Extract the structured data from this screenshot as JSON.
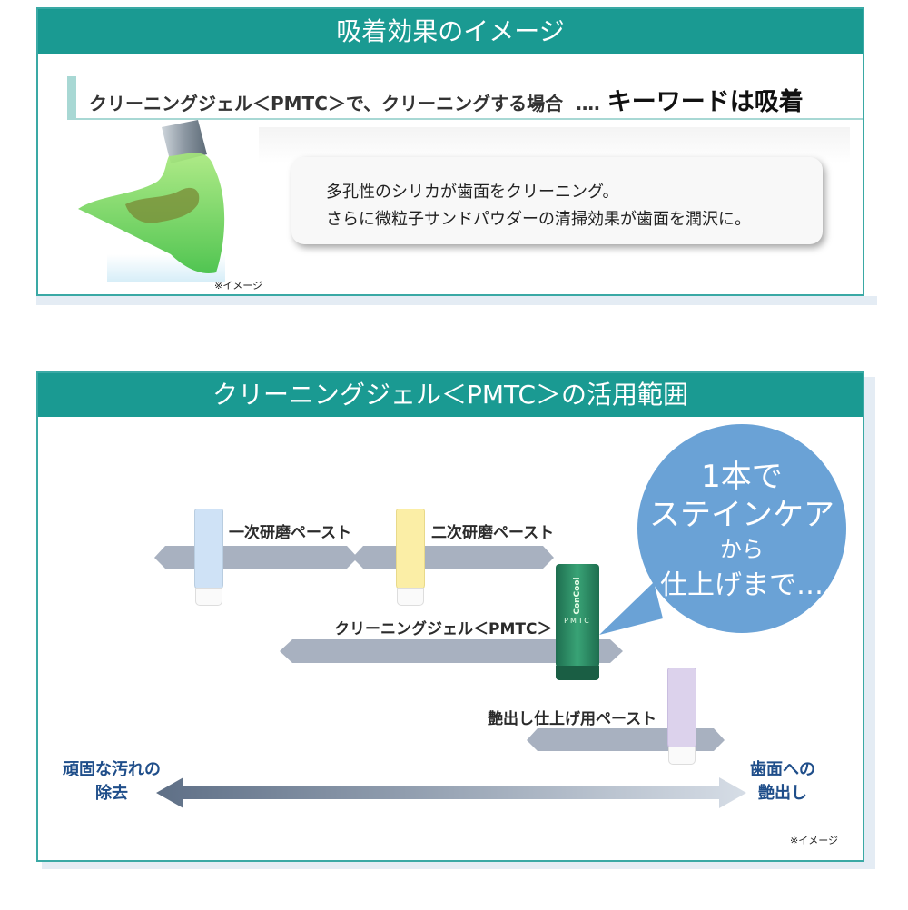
{
  "panel1": {
    "header": "吸着効果のイメージ",
    "heading_main": "クリーニングジェル＜PMTC＞で、クリーニングする場合",
    "heading_dots": "‥‥",
    "heading_keyword": "キーワードは吸着",
    "bubble_line1": "多孔性のシリカが歯面をクリーニング。",
    "bubble_line2": "さらに微粒子サンドパウダーの清掃効果が歯面を潤沢に。",
    "note": "※イメージ"
  },
  "panel2": {
    "header": "クリーニングジェル＜PMTC＞の活用範囲",
    "bubble_line1": "1本で",
    "bubble_line2": "ステインケア",
    "bubble_line3": "から",
    "bubble_line4": "仕上げまで…",
    "products": [
      {
        "label": "一次研磨ペースト",
        "color": "#cfe2f6"
      },
      {
        "label": "二次研磨ペースト",
        "color": "#fbeea6"
      },
      {
        "label": "クリーニングジェル＜PMTC＞",
        "color": "#2e8b64"
      },
      {
        "label": "艶出し仕上げ用ペースト",
        "color": "#dcd2ec"
      }
    ],
    "left_label_line1": "頑固な汚れの",
    "left_label_line2": "除去",
    "right_label_line1": "歯面への",
    "right_label_line2": "艶出し",
    "note": "※イメージ",
    "tube_brand": "ConCool",
    "tube_text": "PMTC"
  }
}
